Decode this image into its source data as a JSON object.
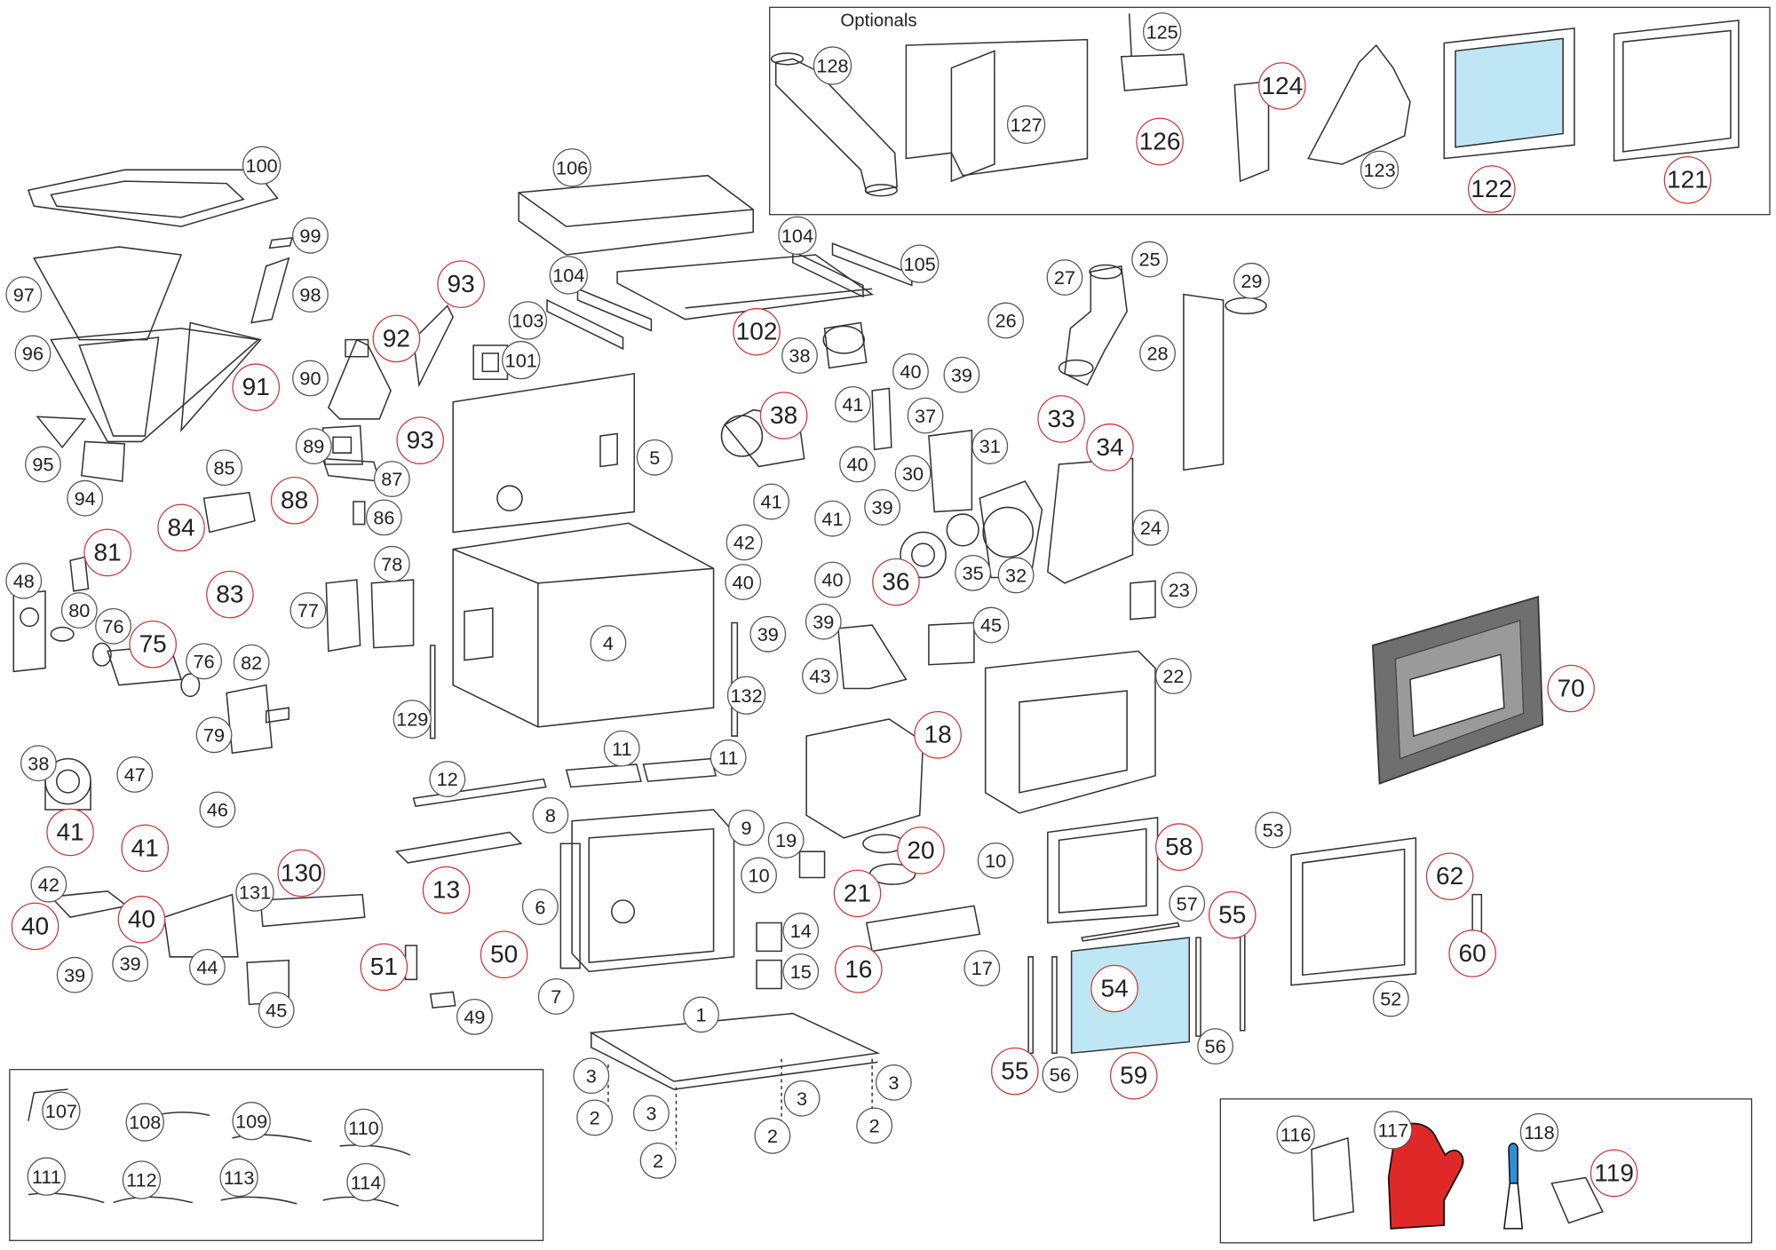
{
  "optionals_box": {
    "title": "Optionals"
  },
  "colors": {
    "glass": "#bfe6f5",
    "glove": "#e02828",
    "handle": "#2e8fd6",
    "gasket": "#6f6f6f"
  },
  "icons": [
    "screw-icon",
    "cable-icon",
    "glove-icon",
    "scraper-icon",
    "remote-icon"
  ],
  "callouts": [
    {
      "n": "100",
      "big": false
    },
    {
      "n": "99",
      "big": false
    },
    {
      "n": "98",
      "big": false
    },
    {
      "n": "97",
      "big": false
    },
    {
      "n": "96",
      "big": false
    },
    {
      "n": "95",
      "big": false
    },
    {
      "n": "94",
      "big": false
    },
    {
      "n": "91",
      "big": true
    },
    {
      "n": "92",
      "big": true
    },
    {
      "n": "93",
      "big": true
    },
    {
      "n": "93",
      "big": true
    },
    {
      "n": "90",
      "big": false
    },
    {
      "n": "89",
      "big": false
    },
    {
      "n": "88",
      "big": true
    },
    {
      "n": "87",
      "big": false
    },
    {
      "n": "86",
      "big": false
    },
    {
      "n": "85",
      "big": false
    },
    {
      "n": "84",
      "big": true
    },
    {
      "n": "101",
      "big": false
    },
    {
      "n": "106",
      "big": false
    },
    {
      "n": "104",
      "big": false
    },
    {
      "n": "104",
      "big": false
    },
    {
      "n": "105",
      "big": false
    },
    {
      "n": "103",
      "big": false
    },
    {
      "n": "102",
      "big": true
    },
    {
      "n": "38",
      "big": false
    },
    {
      "n": "38",
      "big": true
    },
    {
      "n": "5",
      "big": false
    },
    {
      "n": "4",
      "big": false
    },
    {
      "n": "128",
      "big": false
    },
    {
      "n": "127",
      "big": false
    },
    {
      "n": "125",
      "big": false
    },
    {
      "n": "126",
      "big": true
    },
    {
      "n": "124",
      "big": true
    },
    {
      "n": "123",
      "big": false
    },
    {
      "n": "122",
      "big": true
    },
    {
      "n": "121",
      "big": true
    },
    {
      "n": "27",
      "big": false
    },
    {
      "n": "25",
      "big": false
    },
    {
      "n": "26",
      "big": false
    },
    {
      "n": "28",
      "big": false
    },
    {
      "n": "29",
      "big": false
    },
    {
      "n": "40",
      "big": false
    },
    {
      "n": "39",
      "big": false
    },
    {
      "n": "41",
      "big": false
    },
    {
      "n": "37",
      "big": false
    },
    {
      "n": "33",
      "big": true
    },
    {
      "n": "34",
      "big": true
    },
    {
      "n": "31",
      "big": false
    },
    {
      "n": "40",
      "big": false
    },
    {
      "n": "30",
      "big": false
    },
    {
      "n": "39",
      "big": false
    },
    {
      "n": "24",
      "big": false
    },
    {
      "n": "36",
      "big": true
    },
    {
      "n": "35",
      "big": false
    },
    {
      "n": "32",
      "big": false
    },
    {
      "n": "23",
      "big": false
    },
    {
      "n": "41",
      "big": false
    },
    {
      "n": "41",
      "big": false
    },
    {
      "n": "42",
      "big": false
    },
    {
      "n": "40",
      "big": false
    },
    {
      "n": "40",
      "big": false
    },
    {
      "n": "39",
      "big": false
    },
    {
      "n": "39",
      "big": false
    },
    {
      "n": "45",
      "big": false
    },
    {
      "n": "22",
      "big": false
    },
    {
      "n": "43",
      "big": false
    },
    {
      "n": "70",
      "big": true
    },
    {
      "n": "18",
      "big": true
    },
    {
      "n": "132",
      "big": false
    },
    {
      "n": "81",
      "big": true
    },
    {
      "n": "48",
      "big": false
    },
    {
      "n": "80",
      "big": false
    },
    {
      "n": "76",
      "big": false
    },
    {
      "n": "75",
      "big": true
    },
    {
      "n": "83",
      "big": true
    },
    {
      "n": "76",
      "big": false
    },
    {
      "n": "82",
      "big": false
    },
    {
      "n": "79",
      "big": false
    },
    {
      "n": "77",
      "big": false
    },
    {
      "n": "78",
      "big": false
    },
    {
      "n": "129",
      "big": false
    },
    {
      "n": "12",
      "big": false
    },
    {
      "n": "11",
      "big": false
    },
    {
      "n": "11",
      "big": false
    },
    {
      "n": "38",
      "big": false
    },
    {
      "n": "47",
      "big": false
    },
    {
      "n": "46",
      "big": false
    },
    {
      "n": "41",
      "big": true
    },
    {
      "n": "41",
      "big": true
    },
    {
      "n": "42",
      "big": false
    },
    {
      "n": "40",
      "big": true
    },
    {
      "n": "40",
      "big": true
    },
    {
      "n": "39",
      "big": false
    },
    {
      "n": "39",
      "big": false
    },
    {
      "n": "44",
      "big": false
    },
    {
      "n": "130",
      "big": true
    },
    {
      "n": "131",
      "big": false
    },
    {
      "n": "45",
      "big": false
    },
    {
      "n": "13",
      "big": true
    },
    {
      "n": "8",
      "big": false
    },
    {
      "n": "9",
      "big": false
    },
    {
      "n": "10",
      "big": false
    },
    {
      "n": "6",
      "big": false
    },
    {
      "n": "7",
      "big": false
    },
    {
      "n": "14",
      "big": false
    },
    {
      "n": "15",
      "big": false
    },
    {
      "n": "19",
      "big": false
    },
    {
      "n": "20",
      "big": true
    },
    {
      "n": "21",
      "big": true
    },
    {
      "n": "10",
      "big": false
    },
    {
      "n": "16",
      "big": true
    },
    {
      "n": "17",
      "big": false
    },
    {
      "n": "51",
      "big": true
    },
    {
      "n": "50",
      "big": true
    },
    {
      "n": "49",
      "big": false
    },
    {
      "n": "58",
      "big": true
    },
    {
      "n": "57",
      "big": false
    },
    {
      "n": "55",
      "big": true
    },
    {
      "n": "54",
      "big": true
    },
    {
      "n": "55",
      "big": true
    },
    {
      "n": "56",
      "big": false
    },
    {
      "n": "56",
      "big": false
    },
    {
      "n": "59",
      "big": true
    },
    {
      "n": "53",
      "big": false
    },
    {
      "n": "62",
      "big": true
    },
    {
      "n": "60",
      "big": true
    },
    {
      "n": "52",
      "big": false
    },
    {
      "n": "1",
      "big": false
    },
    {
      "n": "3",
      "big": false
    },
    {
      "n": "2",
      "big": false
    },
    {
      "n": "3",
      "big": false
    },
    {
      "n": "2",
      "big": false
    },
    {
      "n": "3",
      "big": false
    },
    {
      "n": "2",
      "big": false
    },
    {
      "n": "3",
      "big": false
    },
    {
      "n": "2",
      "big": false
    },
    {
      "n": "107",
      "big": false
    },
    {
      "n": "108",
      "big": false
    },
    {
      "n": "109",
      "big": false
    },
    {
      "n": "110",
      "big": false
    },
    {
      "n": "111",
      "big": false
    },
    {
      "n": "112",
      "big": false
    },
    {
      "n": "113",
      "big": false
    },
    {
      "n": "114",
      "big": false
    },
    {
      "n": "116",
      "big": false
    },
    {
      "n": "117",
      "big": false
    },
    {
      "n": "118",
      "big": false
    },
    {
      "n": "119",
      "big": true
    }
  ]
}
